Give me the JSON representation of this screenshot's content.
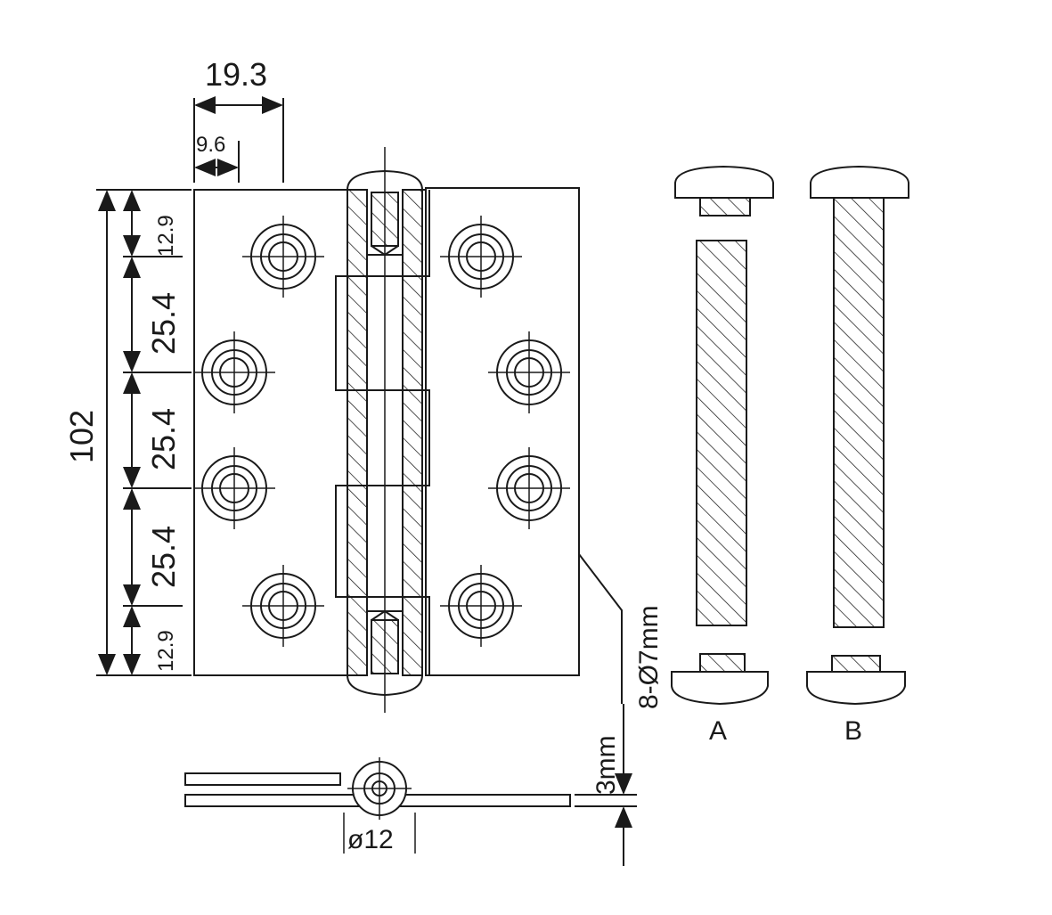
{
  "dimensions": {
    "width_leaf": "19.3",
    "width_pin_offset": "9.6",
    "height_total": "102",
    "hole_edge_top": "12.9",
    "hole_pitch_1": "25.4",
    "hole_pitch_2": "25.4",
    "hole_pitch_3": "25.4",
    "hole_edge_bottom": "12.9",
    "holes_spec": "8-Ø7mm",
    "thickness": "3mm",
    "knuckle_diameter": "ø12"
  },
  "pin_labels": {
    "a": "A",
    "b": "B"
  },
  "colors": {
    "line": "#1a1a1a",
    "background": "#ffffff"
  }
}
